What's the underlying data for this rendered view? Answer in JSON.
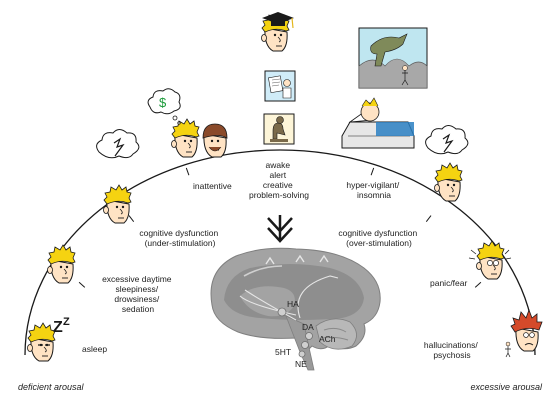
{
  "arc_labels": {
    "asleep": "asleep",
    "sedation_lines": [
      "excessive daytime",
      "sleepiness/",
      "drowsiness/",
      "sedation"
    ],
    "under_lines": [
      "cognitive dysfunction",
      "(under-stimulation)"
    ],
    "inattentive": "inattentive",
    "optimal_lines": [
      "awake",
      "alert",
      "creative",
      "problem-solving"
    ],
    "hyper_lines": [
      "hyper-vigilant/",
      "insomnia"
    ],
    "over_lines": [
      "cognitive dysfunction",
      "(over-stimulation)"
    ],
    "panic": "panic/fear",
    "psychosis_lines": [
      "hallucinations/",
      "psychosis"
    ]
  },
  "ends": {
    "left": "deficient arousal",
    "right": "excessive arousal"
  },
  "brain_labels": {
    "ha": "HA",
    "da": "DA",
    "ach": "ACh",
    "ht5": "5HT",
    "ne": "NE"
  },
  "icons": {
    "dollar": "$",
    "sleep_z": "Z"
  },
  "colors": {
    "skin": "#ffe3c4",
    "hair": "#f5d311",
    "hair_red": "#d44a2a",
    "brain": "#a3a3a3",
    "brain_dark": "#7f7f7f",
    "outline": "#1a1a1a"
  }
}
